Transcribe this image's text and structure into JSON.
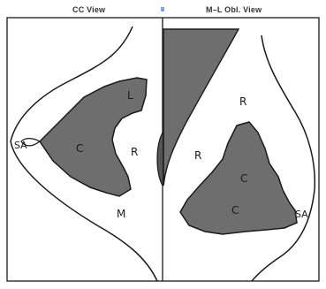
{
  "views": {
    "cc": {
      "title": "CC View",
      "labels": {
        "l": "L",
        "c": "C",
        "r": "R",
        "sa": "SA",
        "m": "M"
      }
    },
    "ml": {
      "title": "M–L Obl. View",
      "labels": {
        "r_upper": "R",
        "r_left": "R",
        "c_upper": "C",
        "c_lower": "C",
        "sa": "SA"
      }
    }
  },
  "colors": {
    "shading": "#6e6e6e",
    "outline": "#1a1a1a",
    "frame": "#2a2a2a",
    "background": "#ffffff"
  }
}
